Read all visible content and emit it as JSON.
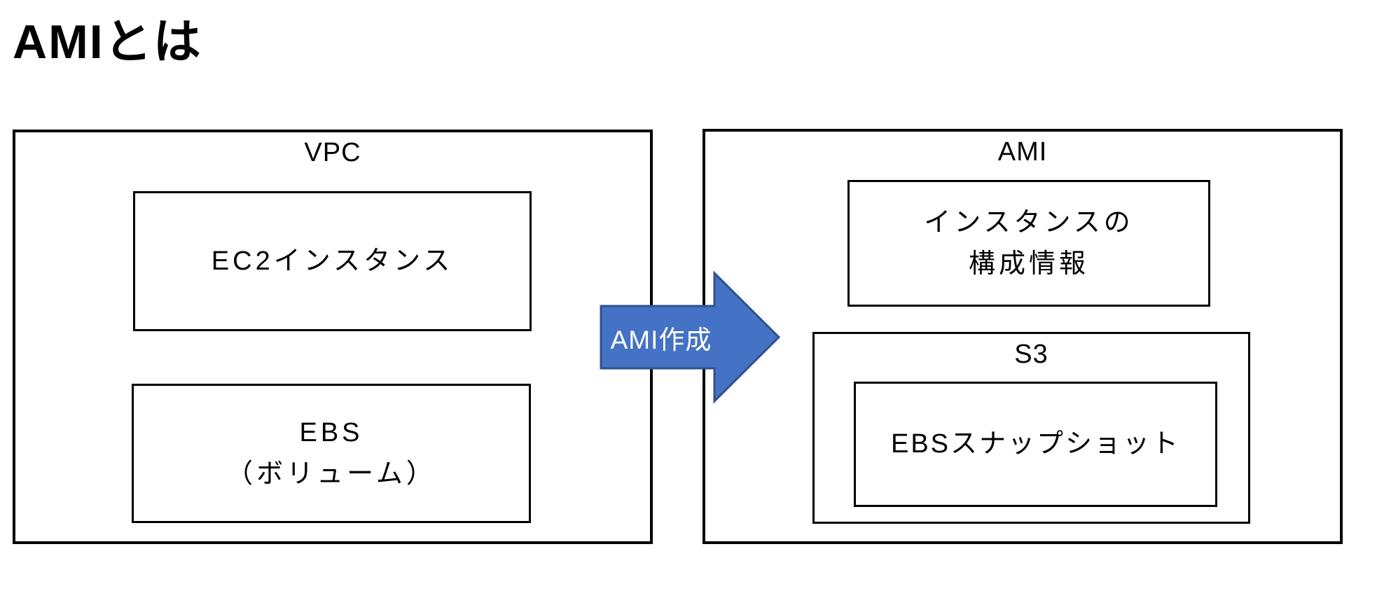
{
  "page": {
    "title": "AMIとは"
  },
  "colors": {
    "box_border": "#000000",
    "arrow_fill": "#4472c4",
    "arrow_border": "#2f528f",
    "arrow_text": "#ffffff"
  },
  "diagram": {
    "vpc": {
      "label": "VPC",
      "ec2": {
        "label": "EC2インスタンス"
      },
      "ebs": {
        "line1": "EBS",
        "line2": "（ボリューム）"
      }
    },
    "arrow": {
      "label": "AMI作成"
    },
    "ami": {
      "label": "AMI",
      "instance_config": {
        "line1": "インスタンスの",
        "line2": "構成情報"
      },
      "s3": {
        "label": "S3",
        "ebs_snapshot": {
          "label": "EBSスナップショット"
        }
      }
    }
  }
}
